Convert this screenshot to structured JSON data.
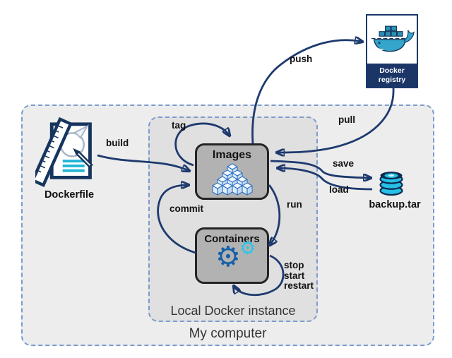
{
  "diagram": {
    "nodes": {
      "dockerfile": {
        "label": "Dockerfile"
      },
      "images": {
        "label": "Images"
      },
      "containers": {
        "label": "Containers"
      },
      "registry": {
        "label_line1": "Docker",
        "label_line2": "registry"
      },
      "backup": {
        "label": "backup.tar"
      }
    },
    "groups": {
      "local_docker_instance": {
        "label": "Local Docker instance"
      },
      "my_computer": {
        "label": "My computer"
      }
    },
    "arrow_labels": {
      "build": "build",
      "tag": "tag",
      "push": "push",
      "pull": "pull",
      "save": "save",
      "load": "load",
      "run": "run",
      "commit": "commit",
      "stop": "stop",
      "start": "start",
      "restart": "restart"
    },
    "icons": {
      "images_icon": "cube-stack-icon",
      "containers_icon": "gears-icon",
      "registry_icon": "docker-whale-icon",
      "dockerfile_icon": "document-ruler-icon",
      "backup_icon": "database-cylinder-icon"
    },
    "colors": {
      "arrow": "#1e3a6e",
      "group_border": "#7a9cce",
      "outer_fill": "#ededed",
      "inner_fill": "#e0e0e0",
      "node_fill": "#b2b2b2",
      "node_border": "#242424",
      "registry_band": "#1b3566",
      "cyan_accent": "#27c0e8",
      "gear_big": "#1660a8",
      "gear_small": "#2cc5e8"
    }
  }
}
